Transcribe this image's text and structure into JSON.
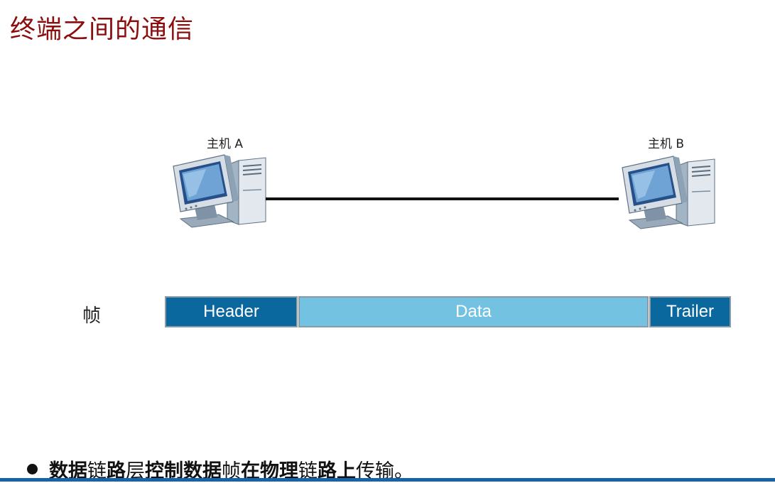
{
  "slide": {
    "title": "终端之间的通信"
  },
  "hosts": {
    "a_label": "主机 A",
    "b_label": "主机  B"
  },
  "frame": {
    "label": "帧",
    "segments": [
      "Header",
      "Data",
      "Trailer"
    ]
  },
  "bullet": {
    "parts": [
      {
        "text": "数据",
        "bold": true
      },
      {
        "text": "链",
        "bold": false
      },
      {
        "text": "路",
        "bold": true
      },
      {
        "text": "层",
        "bold": false
      },
      {
        "text": "控制数据",
        "bold": true
      },
      {
        "text": "帧",
        "bold": false
      },
      {
        "text": "在物理",
        "bold": true
      },
      {
        "text": "链",
        "bold": false
      },
      {
        "text": "路上",
        "bold": true
      },
      {
        "text": "传输。",
        "bold": false
      }
    ]
  },
  "colors": {
    "title": "#8b0d0d",
    "frame_dark": "#0b689f",
    "frame_light": "#73c2e2",
    "rule": "#1763a8"
  },
  "icons": [
    "desktop-computer-icon"
  ]
}
